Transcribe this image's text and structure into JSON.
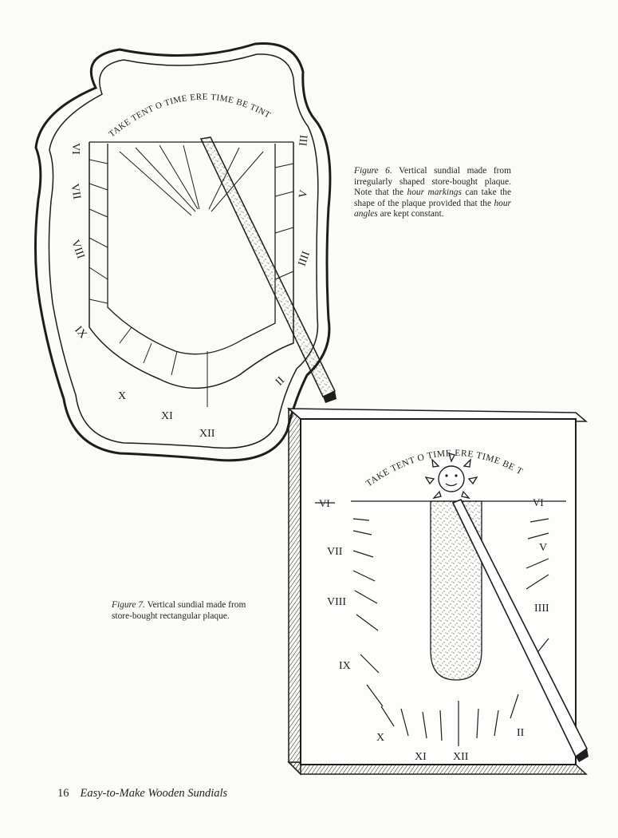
{
  "figure6": {
    "motto": "TAKE TENT O TIME ERE TIME BE TINT",
    "numerals": [
      "VI",
      "VII",
      "VIII",
      "IX",
      "X",
      "XI",
      "XII",
      "V",
      "IIII",
      "III",
      "II"
    ],
    "caption": {
      "title": "Figure 6.",
      "t1": " Vertical sundial made from irregularly shaped store-bought plaque. Note that the ",
      "em1": "hour markings",
      "t2": " can take the shape of the plaque provided that the ",
      "em2": "hour angles",
      "t3": " are kept constant."
    }
  },
  "figure7": {
    "motto": "TAKE TENT O TIME ERE TIME BE TINT",
    "numerals": [
      "VI",
      "VII",
      "VIII",
      "IX",
      "X",
      "XI",
      "XII",
      "VI",
      "V",
      "IIII",
      "II"
    ],
    "caption": {
      "title": "Figure 7.",
      "text": " Vertical sundial made from store-bought rectangular plaque."
    }
  },
  "footer": {
    "page_number": "16",
    "book_title": "Easy-to-Make Wooden Sundials"
  }
}
